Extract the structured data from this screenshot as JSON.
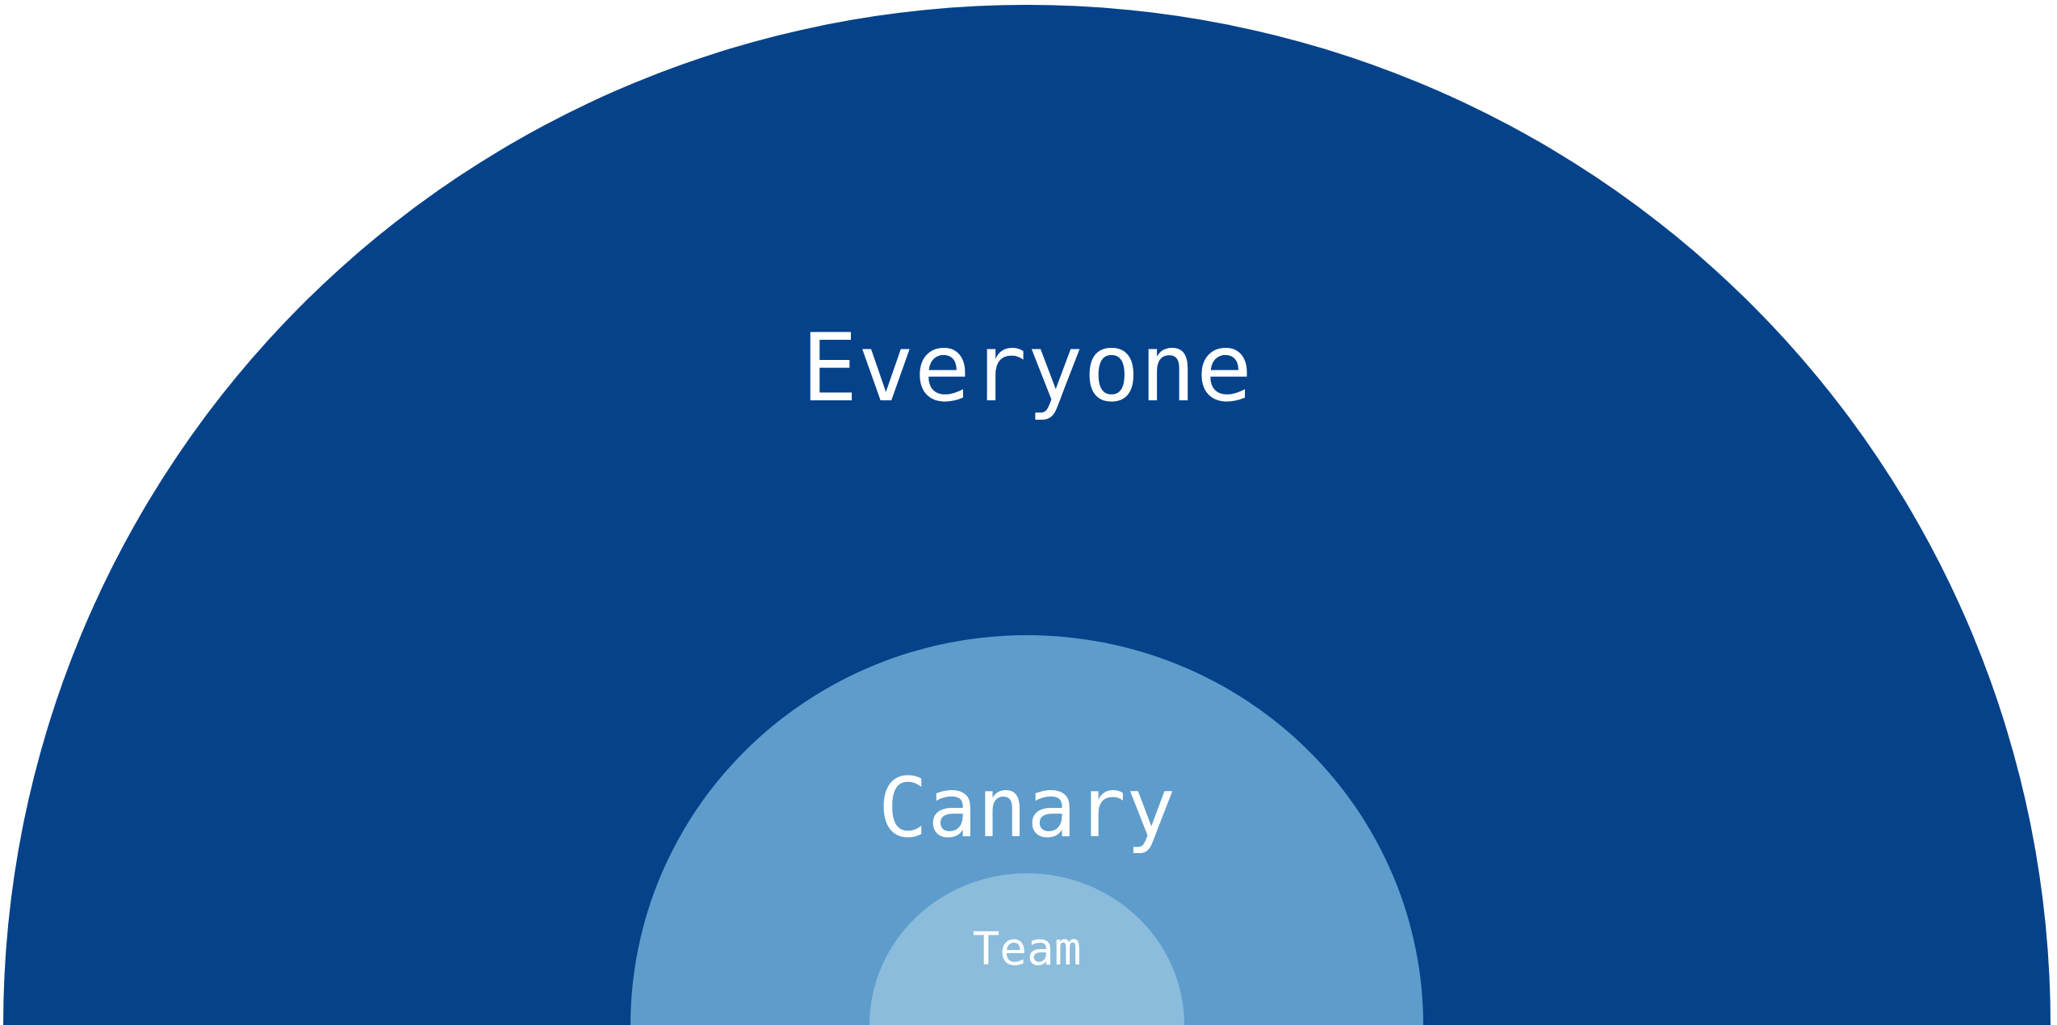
{
  "diagram": {
    "rings": [
      {
        "name": "everyone",
        "label": "Everyone",
        "color": "#05428a"
      },
      {
        "name": "canary",
        "label": "Canary",
        "color": "#5e9ccc"
      },
      {
        "name": "team",
        "label": "Team",
        "color": "#8bbcdc"
      }
    ]
  }
}
